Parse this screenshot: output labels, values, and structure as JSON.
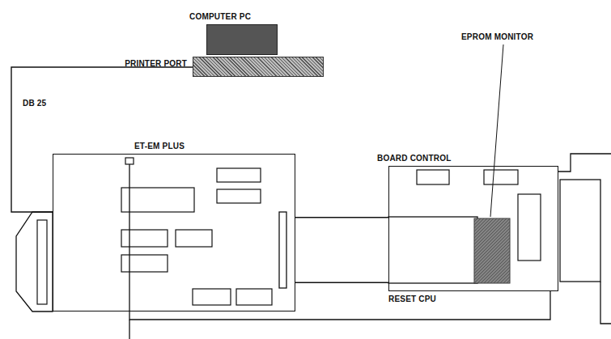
{
  "diagram": {
    "nodes": [
      {
        "text": [
          "COMPUTER PC"
        ]
      },
      {
        "text": [
          "PRINTER PORT"
        ]
      },
      {
        "text": [
          "ET-EM PLUS"
        ]
      },
      {
        "text": [
          "BOARD CONTROL"
        ]
      }
    ],
    "edges": [
      {
        "from": 1,
        "to": 2,
        "arrow": "none",
        "label": "DB 25"
      },
      {
        "from": 2,
        "to": 3,
        "arrow": "none"
      },
      {
        "from": 2,
        "to": 3,
        "arrow": "none",
        "label": "RESET CPU"
      }
    ],
    "labels": [
      "EPROM MONITOR"
    ]
  }
}
